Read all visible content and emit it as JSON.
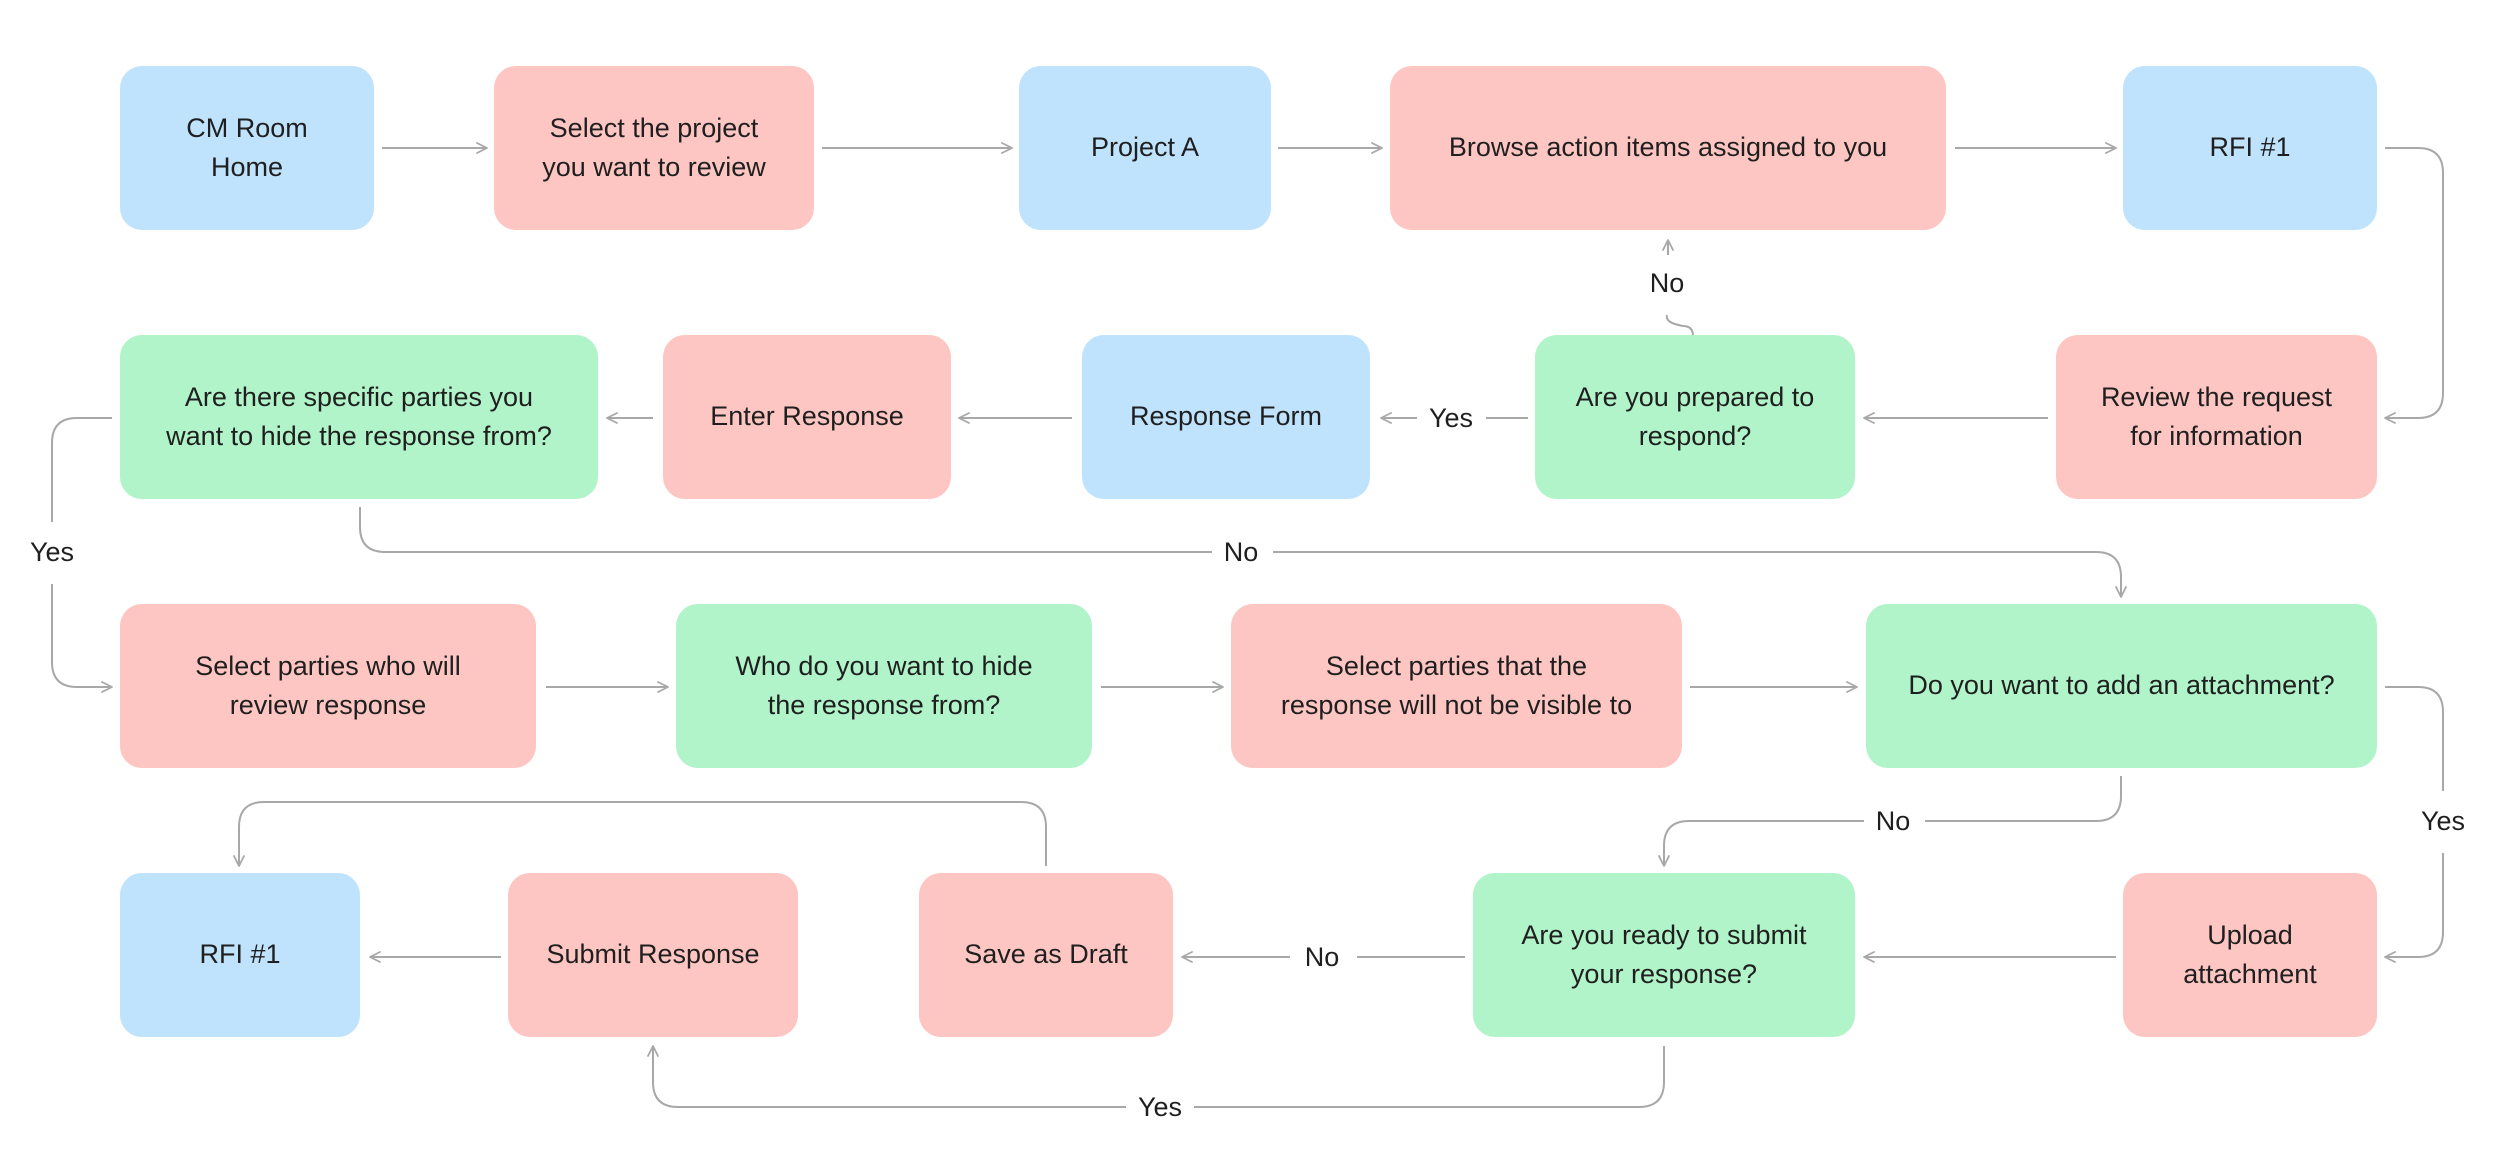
{
  "colors": {
    "start_end": "#bfe3fd",
    "action": "#fdc6c2",
    "decision": "#b1f4c9",
    "connector": "#a8a8a8"
  },
  "nodes": {
    "cm_room_home": "CM Room\nHome",
    "select_project": "Select the project\nyou want to review",
    "project_a": "Project A",
    "browse_action_items": "Browse action items assigned to you",
    "rfi_1_top": "RFI #1",
    "review_request": "Review the request\nfor information",
    "prepared_to_respond": "Are you prepared to\nrespond?",
    "response_form": "Response Form",
    "enter_response": "Enter Response",
    "hide_from_parties": "Are there specific parties you\nwant to hide the response from?",
    "select_reviewers": "Select parties who will\nreview response",
    "who_to_hide": "Who do you want to hide\nthe response from?",
    "select_not_visible": "Select parties that the\nresponse will not be visible to",
    "add_attachment": "Do you want to add an attachment?",
    "upload_attachment": "Upload\nattachment",
    "ready_to_submit": "Are you ready to submit\nyour response?",
    "save_as_draft": "Save as Draft",
    "submit_response": "Submit Response",
    "rfi_1_end": "RFI #1"
  },
  "labels": {
    "prepared_no": "No",
    "prepared_yes": "Yes",
    "hide_yes": "Yes",
    "hide_no": "No",
    "attach_no": "No",
    "attach_yes": "Yes",
    "submit_no": "No",
    "submit_yes": "Yes"
  }
}
